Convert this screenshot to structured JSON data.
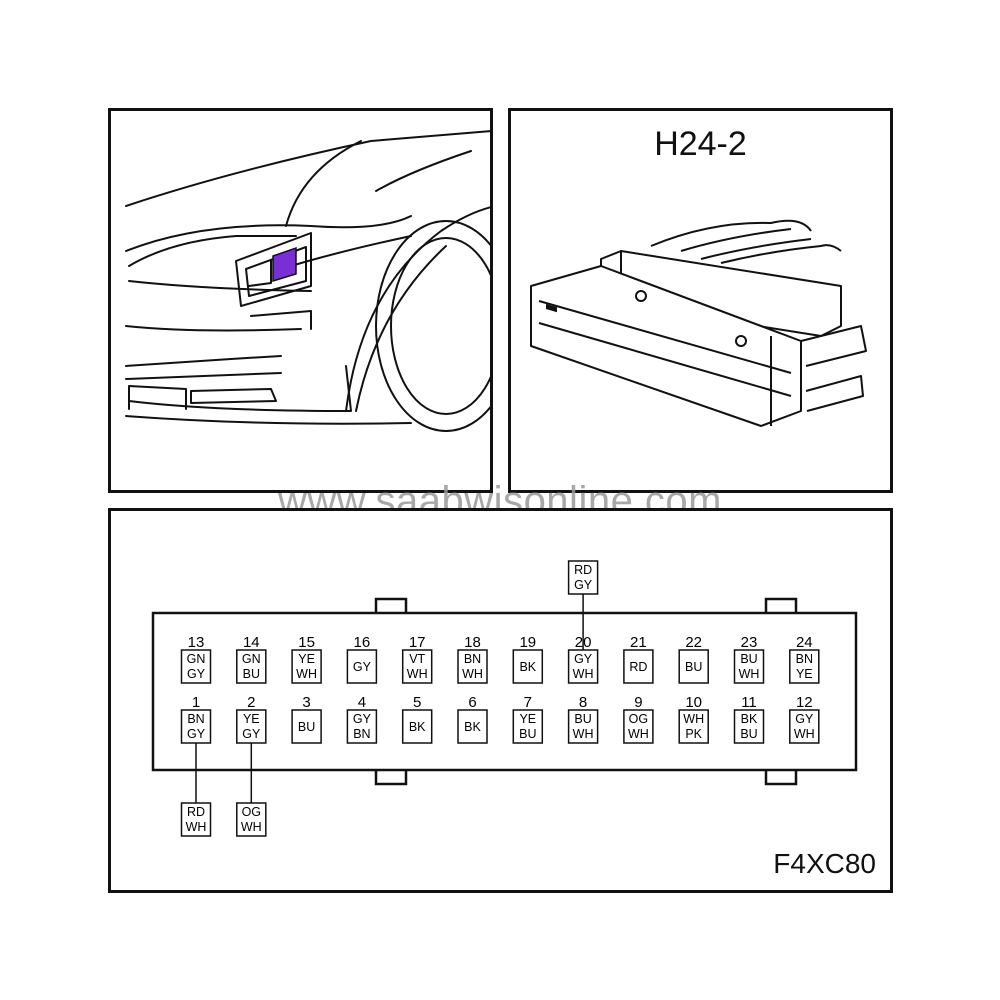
{
  "connector": {
    "title": "H24-2",
    "figure_code": "F4XC80"
  },
  "watermark": "www.saabwisonline.com",
  "colors": {
    "line": "#111111",
    "highlight": "#7a2fd6",
    "watermark": "#9a9a9a"
  },
  "pins": [
    {
      "num": "13",
      "colors": [
        "GN",
        "GY"
      ]
    },
    {
      "num": "14",
      "colors": [
        "GN",
        "BU"
      ]
    },
    {
      "num": "15",
      "colors": [
        "YE",
        "WH"
      ]
    },
    {
      "num": "16",
      "colors": [
        "GY"
      ]
    },
    {
      "num": "17",
      "colors": [
        "VT",
        "WH"
      ]
    },
    {
      "num": "18",
      "colors": [
        "BN",
        "WH"
      ]
    },
    {
      "num": "19",
      "colors": [
        "BK"
      ]
    },
    {
      "num": "20",
      "colors": [
        "GY",
        "WH"
      ]
    },
    {
      "num": "21",
      "colors": [
        "RD"
      ]
    },
    {
      "num": "22",
      "colors": [
        "BU"
      ]
    },
    {
      "num": "23",
      "colors": [
        "BU",
        "WH"
      ]
    },
    {
      "num": "24",
      "colors": [
        "BN",
        "YE"
      ]
    },
    {
      "num": "1",
      "colors": [
        "BN",
        "GY"
      ]
    },
    {
      "num": "2",
      "colors": [
        "YE",
        "GY"
      ]
    },
    {
      "num": "3",
      "colors": [
        "BU"
      ]
    },
    {
      "num": "4",
      "colors": [
        "GY",
        "BN"
      ]
    },
    {
      "num": "5",
      "colors": [
        "BK"
      ]
    },
    {
      "num": "6",
      "colors": [
        "BK"
      ]
    },
    {
      "num": "7",
      "colors": [
        "YE",
        "BU"
      ]
    },
    {
      "num": "8",
      "colors": [
        "BU",
        "WH"
      ]
    },
    {
      "num": "9",
      "colors": [
        "OG",
        "WH"
      ]
    },
    {
      "num": "10",
      "colors": [
        "WH",
        "PK"
      ]
    },
    {
      "num": "11",
      "colors": [
        "BK",
        "BU"
      ]
    },
    {
      "num": "12",
      "colors": [
        "GY",
        "WH"
      ]
    }
  ],
  "extra_wires": [
    {
      "pin": "20",
      "colors": [
        "RD",
        "GY"
      ]
    },
    {
      "pin": "1",
      "colors": [
        "RD",
        "WH"
      ]
    },
    {
      "pin": "2",
      "colors": [
        "OG",
        "WH"
      ]
    }
  ]
}
